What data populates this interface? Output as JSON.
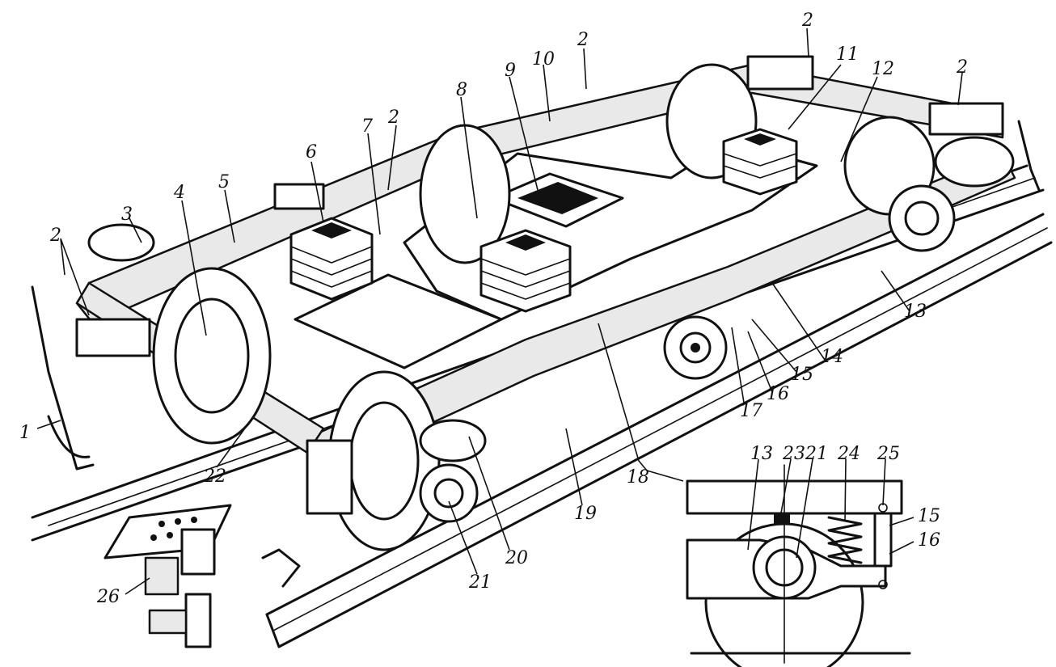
{
  "callouts": [
    {
      "id": "c1",
      "text": "1"
    },
    {
      "id": "c2a",
      "text": "2"
    },
    {
      "id": "c2b",
      "text": "2"
    },
    {
      "id": "c2c",
      "text": "2"
    },
    {
      "id": "c2d",
      "text": "2"
    },
    {
      "id": "c2e",
      "text": "2"
    },
    {
      "id": "c3",
      "text": "3"
    },
    {
      "id": "c4",
      "text": "4"
    },
    {
      "id": "c5",
      "text": "5"
    },
    {
      "id": "c6",
      "text": "6"
    },
    {
      "id": "c7",
      "text": "7"
    },
    {
      "id": "c8",
      "text": "8"
    },
    {
      "id": "c9",
      "text": "9"
    },
    {
      "id": "c10",
      "text": "10"
    },
    {
      "id": "c11",
      "text": "11"
    },
    {
      "id": "c12",
      "text": "12"
    },
    {
      "id": "c13a",
      "text": "13"
    },
    {
      "id": "c14",
      "text": "14"
    },
    {
      "id": "c15a",
      "text": "15"
    },
    {
      "id": "c16a",
      "text": "16"
    },
    {
      "id": "c17",
      "text": "17"
    },
    {
      "id": "c18",
      "text": "18"
    },
    {
      "id": "c19",
      "text": "19"
    },
    {
      "id": "c20",
      "text": "20"
    },
    {
      "id": "c21a",
      "text": "21"
    },
    {
      "id": "c22",
      "text": "22"
    },
    {
      "id": "c26",
      "text": "26"
    },
    {
      "id": "c13b",
      "text": "13"
    },
    {
      "id": "c23",
      "text": "23"
    },
    {
      "id": "c21b",
      "text": "21"
    },
    {
      "id": "c24",
      "text": "24"
    },
    {
      "id": "c25",
      "text": "25"
    },
    {
      "id": "c15b",
      "text": "15"
    },
    {
      "id": "c16b",
      "text": "16"
    }
  ]
}
